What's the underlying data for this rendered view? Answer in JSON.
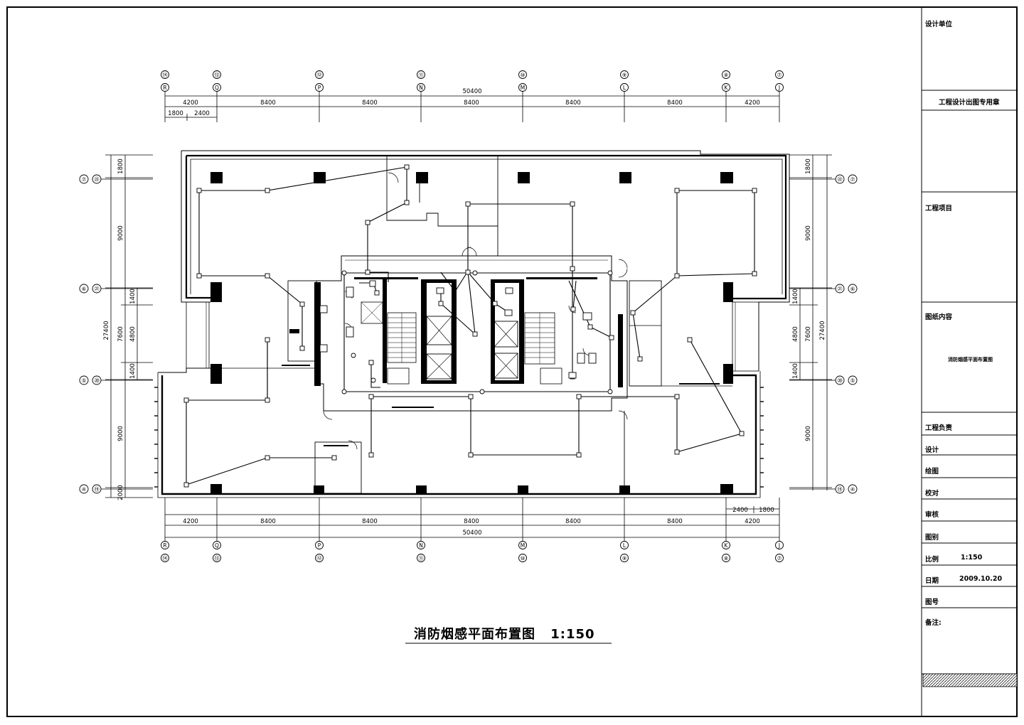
{
  "drawing": {
    "caption": "消防烟感平面布置图",
    "scale_label": "1:150",
    "overall_dim": "50400",
    "overall_dim_v": "27400",
    "top_dims": [
      "4200",
      "8400",
      "8400",
      "8400",
      "8400",
      "8400",
      "4200"
    ],
    "top_sub_dims": [
      "1800",
      "2400"
    ],
    "bottom_dims": [
      "4200",
      "8400",
      "8400",
      "8400",
      "8400",
      "8400",
      "4200"
    ],
    "bottom_sub_dims": [
      "2400",
      "1800"
    ],
    "left_dims": [
      "1800",
      "9000",
      "1400",
      "4800",
      "1400",
      "9000",
      "2000"
    ],
    "left_inner_dim": "7600",
    "right_dims": [
      "1800",
      "9000",
      "1400",
      "4800",
      "1400",
      "9000"
    ],
    "right_inner_dim": "7600",
    "axes_top_outer": [
      "⑭",
      "⑬",
      "⑫",
      "⑪",
      "⑩",
      "⑨",
      "⑧",
      "⑦"
    ],
    "axes_top_inner": [
      "R",
      "Q",
      "P",
      "N",
      "M",
      "L",
      "K",
      "J"
    ],
    "axes_left": [
      "⑦",
      "⑥",
      "⑤",
      "④"
    ],
    "axes_left_inner": [
      "㉒",
      "㉑",
      "⑳",
      "⑲"
    ],
    "axes_right_inner": [
      "㉒",
      "㉑",
      "⑳",
      "⑲"
    ],
    "axes_right": [
      "⑦",
      "⑥",
      "⑤",
      "④"
    ]
  },
  "title_block": {
    "design_unit": "设计单位",
    "stamp": "工程设计出图专用章",
    "project": "工程项目",
    "content": "图纸内容",
    "content_value": "消防烟感平面布置图",
    "rows": [
      {
        "label": "工程负责",
        "value": ""
      },
      {
        "label": "设计",
        "value": ""
      },
      {
        "label": "绘图",
        "value": ""
      },
      {
        "label": "校对",
        "value": ""
      },
      {
        "label": "审核",
        "value": ""
      },
      {
        "label": "图别",
        "value": ""
      },
      {
        "label": "比例",
        "value": "1:150"
      },
      {
        "label": "日期",
        "value": "2009.10.20"
      },
      {
        "label": "图号",
        "value": ""
      },
      {
        "label": "备注:",
        "value": ""
      }
    ]
  }
}
